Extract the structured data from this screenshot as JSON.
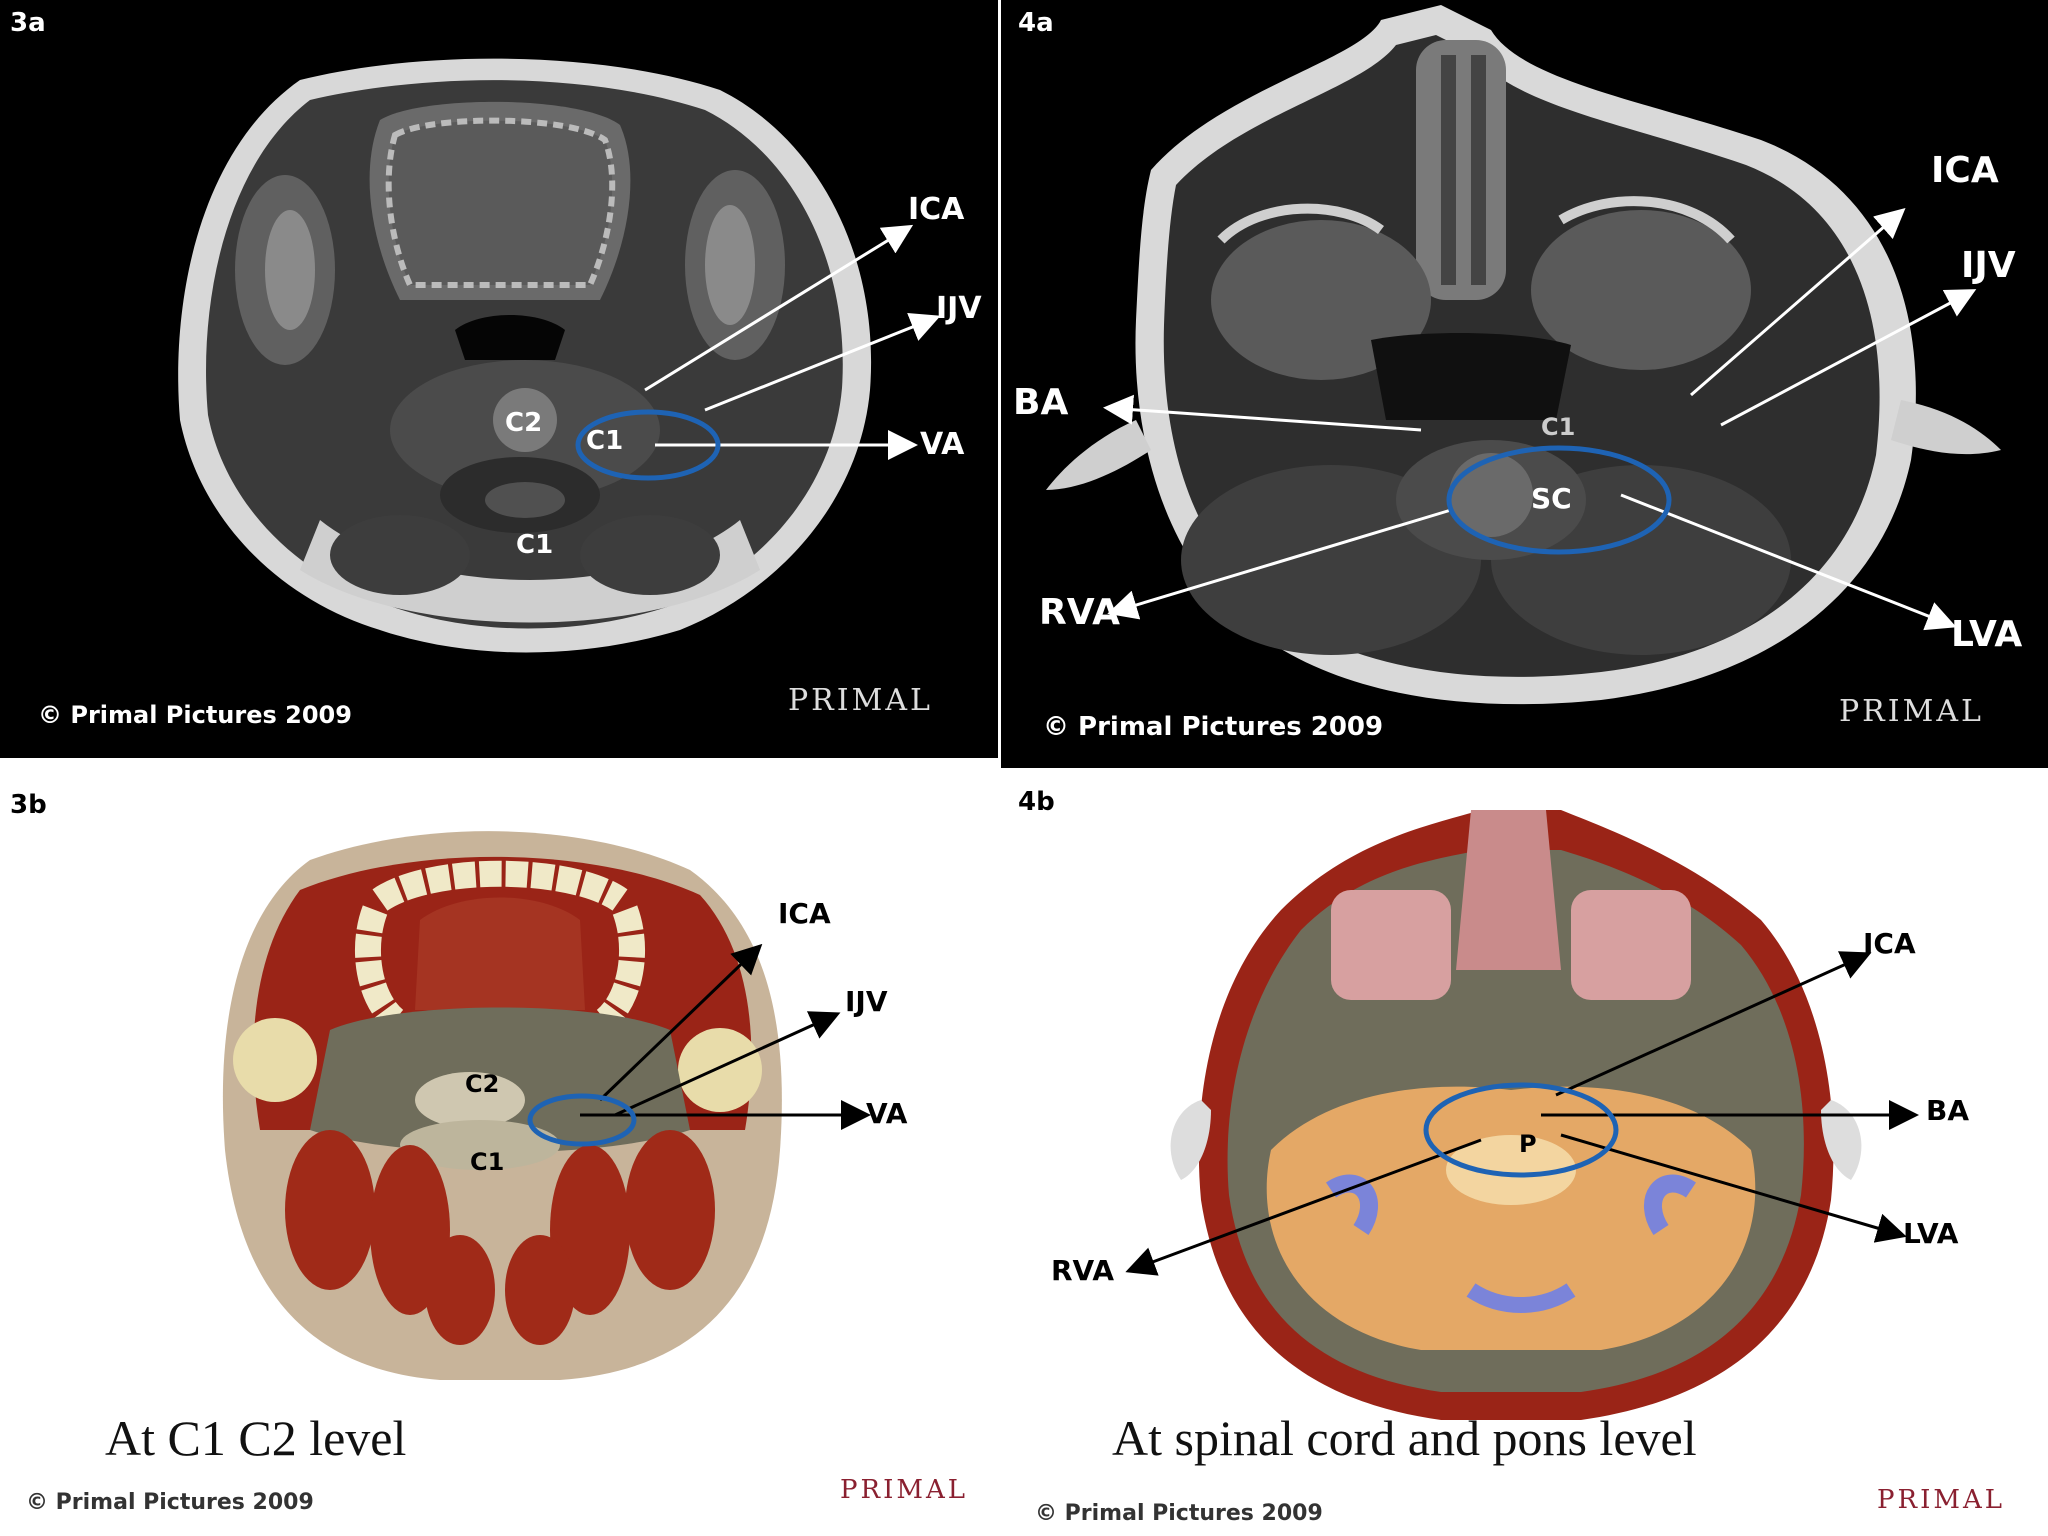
{
  "panels": {
    "p3a": {
      "label": "3a",
      "structures": {
        "c2": "C2",
        "c1_vertebra": "C1",
        "c1_posterior": "C1"
      },
      "callouts": {
        "ica": "ICA",
        "ijv": "IJV",
        "va": "VA"
      },
      "copyright": "© Primal Pictures 2009",
      "brand": "PRIMAL"
    },
    "p4a": {
      "label": "4a",
      "structures": {
        "sc": "SC",
        "c1": "C1"
      },
      "callouts": {
        "ica": "ICA",
        "ijv": "IJV",
        "ba": "BA",
        "rva": "RVA",
        "lva": "LVA"
      },
      "copyright": "© Primal Pictures 2009",
      "brand": "PRIMAL"
    },
    "p3b": {
      "label": "3b",
      "structures": {
        "c2": "C2",
        "c1": "C1"
      },
      "callouts": {
        "ica": "ICA",
        "ijv": "IJV",
        "va": "VA"
      },
      "caption": "At C1 C2 level",
      "copyright": "© Primal Pictures 2009",
      "brand": "PRIMAL"
    },
    "p4b": {
      "label": "4b",
      "structures": {
        "p": "P"
      },
      "callouts": {
        "ica": "ICA",
        "ba": "BA",
        "lva": "LVA",
        "rva": "RVA"
      },
      "caption": "At spinal cord and pons level",
      "copyright": "© Primal Pictures 2009",
      "brand": "PRIMAL"
    }
  },
  "colors": {
    "mri_background": "#000000",
    "highlight_ring": "#1e63b4",
    "muscle": "#9a2417",
    "bone": "#6f6d5b",
    "brain": "#e4a866",
    "brand": "#8a2030"
  }
}
